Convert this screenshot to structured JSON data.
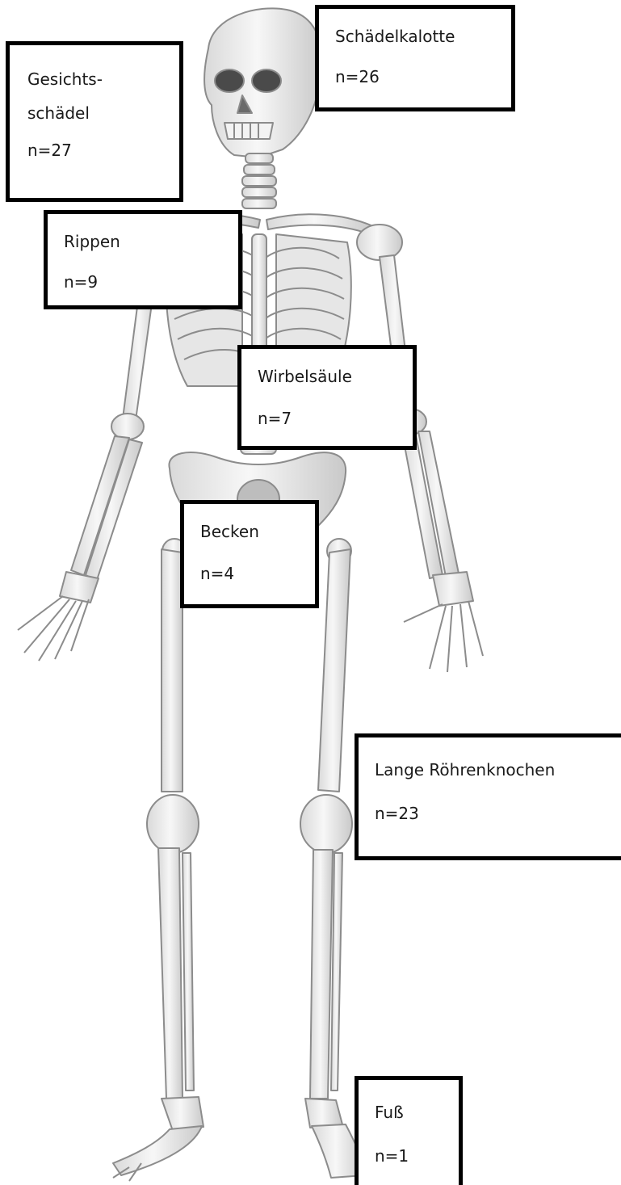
{
  "labels": [
    {
      "id": "schaedelkalotte",
      "region": "Schädelkalotte",
      "count": "n=26"
    },
    {
      "id": "gesichtsschaedel",
      "region_line1": "Gesichts-",
      "region_line2": "schädel",
      "count": "n=27"
    },
    {
      "id": "rippen",
      "region": "Rippen",
      "count": "n=9"
    },
    {
      "id": "wirbelsaeule",
      "region": "Wirbelsäule",
      "count": "n=7"
    },
    {
      "id": "becken",
      "region": "Becken",
      "count": "n=4"
    },
    {
      "id": "lange-roehrenknochen",
      "region": "Lange Röhrenknochen",
      "count": "n=23"
    },
    {
      "id": "fuss",
      "region": "Fuß",
      "count": "n=1"
    }
  ],
  "colors": {
    "bone_fill": "#efefef",
    "bone_stroke": "#8c8c8c",
    "box_border": "#000000",
    "text": "#1a1a1a"
  }
}
